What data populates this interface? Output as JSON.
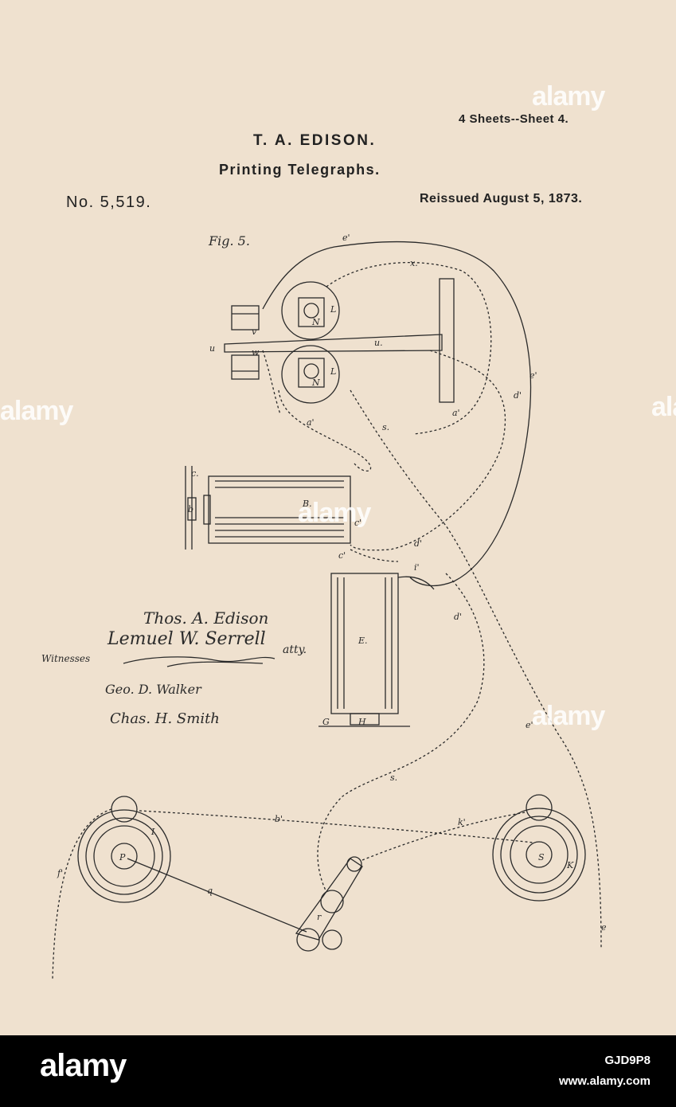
{
  "header": {
    "sheets": "4 Sheets--Sheet 4.",
    "inventor": "T. A. EDISON.",
    "title": "Printing Telegraphs.",
    "patent_number": "No. 5,519.",
    "reissued": "Reissued August 5, 1873."
  },
  "figure": {
    "label": "Fig. 5.",
    "part_labels": [
      "e'",
      "x.",
      "L",
      "N",
      "v",
      "u",
      "u",
      "w",
      "L",
      "N",
      "d'",
      "e'",
      "a'",
      "s.",
      "a'",
      "c.",
      "b",
      "B.",
      "c'",
      "d'",
      "c'",
      "i'",
      "E.",
      "d'",
      "G",
      "H",
      "e'",
      "s.",
      "b'",
      "k'",
      "I",
      "P",
      "f'",
      "q",
      "r",
      "S",
      "K",
      "e"
    ]
  },
  "signatures": {
    "inventor": "Thos. A. Edison",
    "attorney": "Lemuel W. Serrell",
    "attorney_suffix": "atty.",
    "witnesses_label": "Witnesses",
    "witness_1": "Geo. D. Walker",
    "witness_2": "Chas. H. Smith"
  },
  "watermark": {
    "text": "alamy"
  },
  "footer": {
    "logo": "alamy",
    "image_id": "GJD9P8",
    "url": "www.alamy.com"
  }
}
